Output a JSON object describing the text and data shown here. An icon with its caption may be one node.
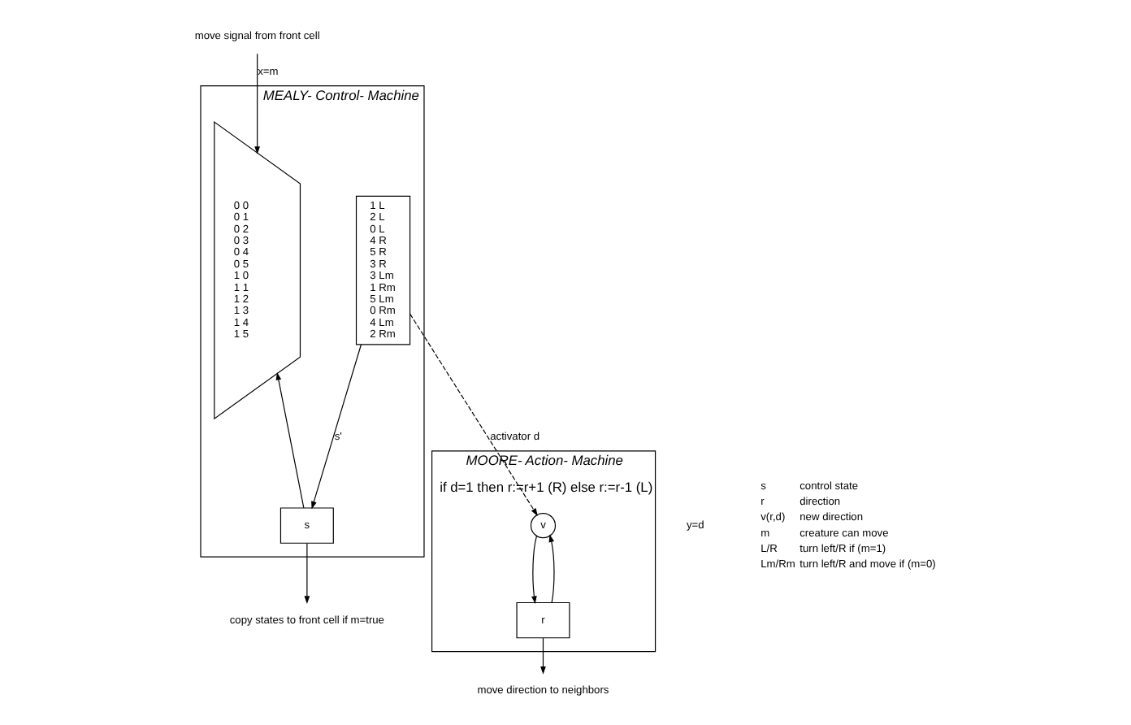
{
  "diagram": {
    "nodes": [
      {
        "text": [
          "move signal from front cell"
        ]
      },
      {
        "text": [
          "MEALY- Control- Machine"
        ]
      },
      {
        "text": [
          "0 0",
          "0 1",
          "0 2",
          "0 3",
          "0 4",
          "0 5",
          "1 0",
          "1 1",
          "1 2",
          "1 3",
          "1 4",
          "1 5"
        ],
        "in": 1
      },
      {
        "text": [
          "1 L",
          "2 L",
          "0 L",
          "4 R",
          "5 R",
          "3 R",
          "3 Lm",
          "1 Rm",
          "5 Lm",
          "0 Rm",
          "4 Lm",
          "2 Rm"
        ],
        "in": 1
      },
      {
        "text": [
          "s"
        ],
        "in": 1
      },
      {
        "text": [
          "MOORE- Action- Machine",
          "if d=1 then r:=r+1 (R) else r:=r-1 (L)"
        ]
      },
      {
        "text": [
          "v"
        ],
        "in": 5
      },
      {
        "text": [
          "r"
        ],
        "in": 5
      },
      {
        "text": [
          "copy states to front cell if m=true"
        ]
      },
      {
        "text": [
          "move direction to neighbors"
        ]
      }
    ],
    "edges": [
      {
        "from": 0,
        "to": 2,
        "arrow": "to",
        "label": "x=m"
      },
      {
        "from": 3,
        "to": 4,
        "arrow": "to",
        "label": "s'"
      },
      {
        "from": 4,
        "to": 2,
        "arrow": "to"
      },
      {
        "from": 4,
        "to": 8,
        "arrow": "to"
      },
      {
        "from": 3,
        "to": 6,
        "arrow": "to",
        "style": "dashed",
        "label": "activator d"
      },
      {
        "from": 6,
        "to": 7,
        "arrow": "to"
      },
      {
        "from": 7,
        "to": 6,
        "arrow": "to"
      },
      {
        "from": 7,
        "to": 9,
        "arrow": "to"
      }
    ],
    "labels": [
      "y=d",
      "s",
      "control state",
      "r",
      "direction",
      "v(r,d)",
      "new direction",
      "m",
      "creature can move",
      "L/R",
      "turn left/R if (m=1)",
      "Lm/Rm",
      "turn left/R and move if (m=0)"
    ]
  }
}
